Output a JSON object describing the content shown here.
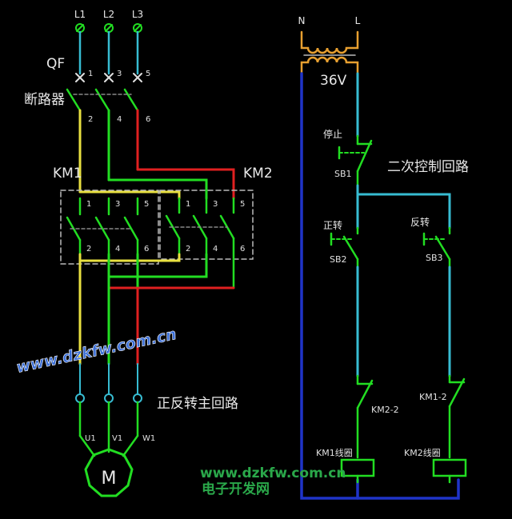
{
  "phases": [
    "L1",
    "L2",
    "L3"
  ],
  "breaker": {
    "name": "QF",
    "label": "断路器"
  },
  "contact_numbers": {
    "top": [
      "1",
      "3",
      "5"
    ],
    "bottom": [
      "2",
      "4",
      "6"
    ]
  },
  "contactors": {
    "km1": "KM1",
    "km2": "KM2"
  },
  "motor": {
    "terminals": [
      "U1",
      "V1",
      "W1"
    ],
    "symbol": "M"
  },
  "titles": {
    "main_circuit": "正反转主回路",
    "control_circuit": "二次控制回路"
  },
  "supply": {
    "neutral": "N",
    "line": "L",
    "voltage": "36V"
  },
  "buttons": [
    {
      "name": "停止",
      "id": "SB1"
    },
    {
      "name": "正转",
      "id": "SB2"
    },
    {
      "name": "反转",
      "id": "SB3"
    }
  ],
  "interlocks": [
    "KM2-2",
    "KM1-2"
  ],
  "coils": [
    "KM1线圈",
    "KM2线圈"
  ],
  "watermark": {
    "url": "www.dzkfw.com.cn",
    "cn": "电子开发网"
  },
  "colors": {
    "phase_u": "#e8e040",
    "phase_v": "#22dd22",
    "phase_w": "#e02020",
    "neutral": "#1f34c8",
    "control": "#37bcd2",
    "wire": "#22dd22"
  }
}
